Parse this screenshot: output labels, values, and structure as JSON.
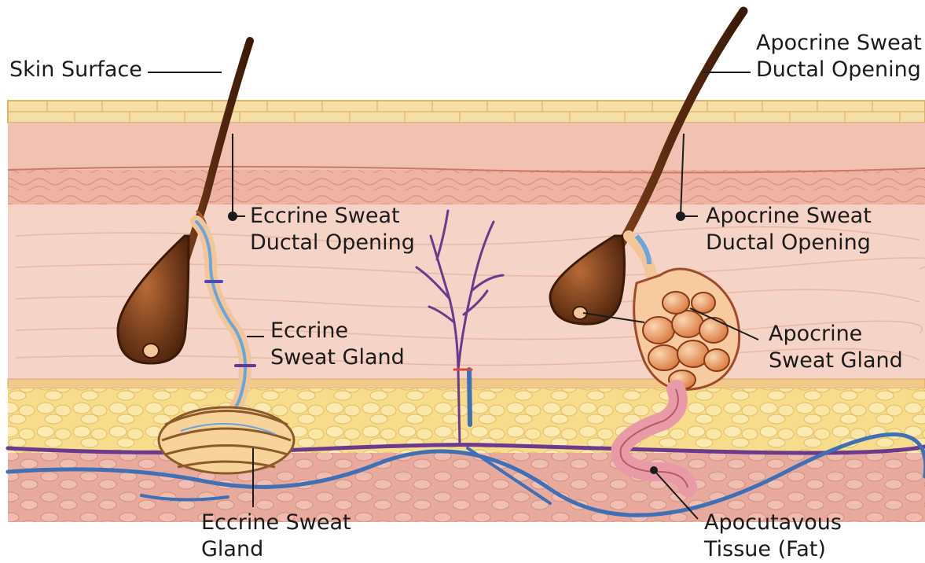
{
  "labels": {
    "skin_surface": "Skin Surface",
    "eccrine_opening": {
      "line1": "Eccrine Sweat",
      "line2": "Ductal Opening"
    },
    "eccrine_gland_mid": {
      "line1": "Eccrine",
      "line2": "Sweat Gland"
    },
    "eccrine_gland_bottom": {
      "line1": "Eccrine Sweat",
      "line2": "Gland"
    },
    "apocrine_top": {
      "line1": "Apocrine Sweat",
      "line2": "Ductal Opening"
    },
    "apocrine_opening": {
      "line1": "Apocrine Sweat",
      "line2": "Ductal Opening"
    },
    "apocrine_gland": {
      "line1": "Apocrine",
      "line2": "Sweat Gland"
    },
    "fat_tissue": {
      "line1": "Apocutavous",
      "line2": "Tissue (Fat)"
    }
  },
  "colors": {
    "epidermis": "#f6dfa6",
    "dermis_upper": "#eeb3a2",
    "dermis": "#f4cdc0",
    "fat": "#f9e39a",
    "deep": "#e6a79b",
    "hair": "#6b3415",
    "vein": "#3f6fb5",
    "artery": "#6b3a8f",
    "gland": "#f3b48a",
    "coil": "#e89aa6"
  }
}
